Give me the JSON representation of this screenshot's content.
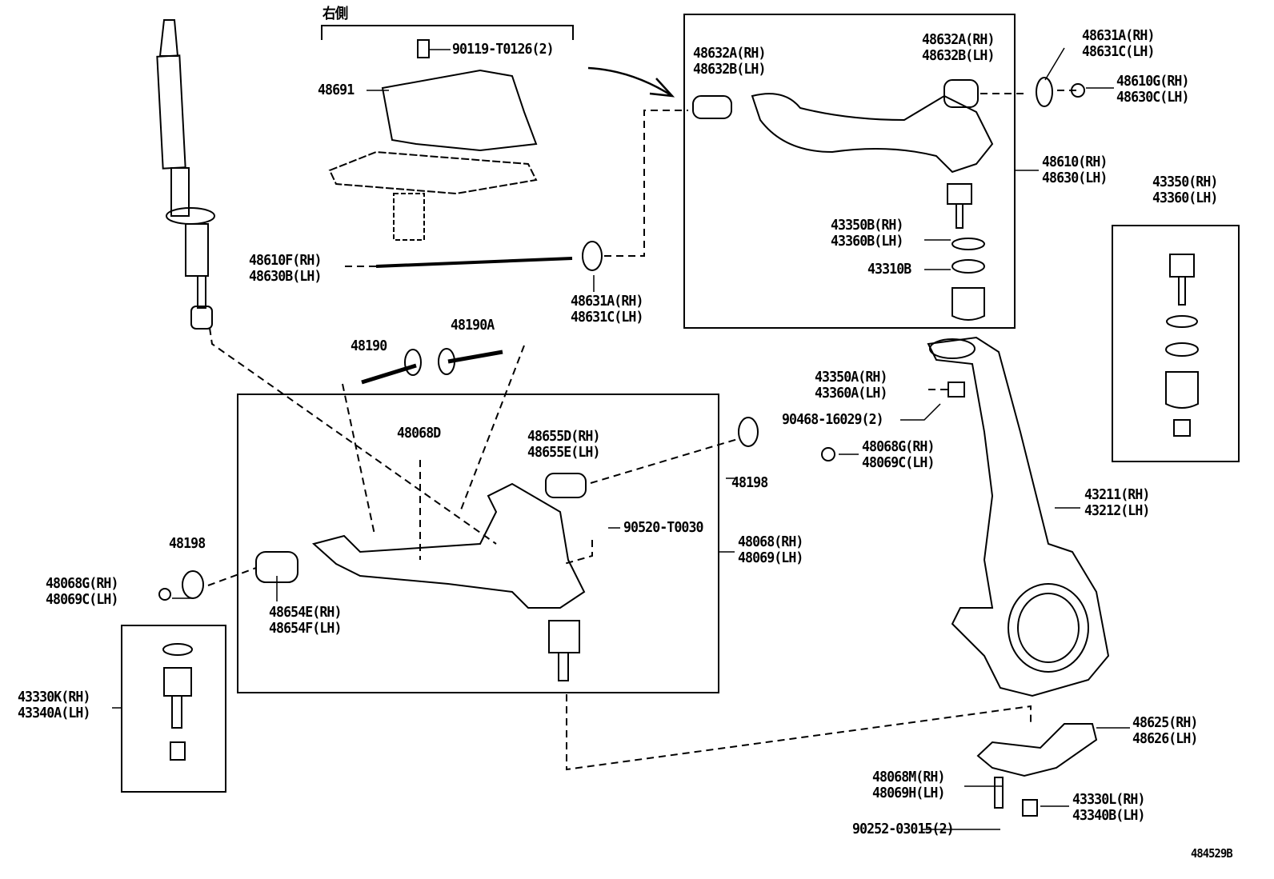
{
  "diagram": {
    "title_note": "右側",
    "drawing_id": "484529B",
    "ink_color": "#000000",
    "background": "#ffffff",
    "labels": [
      "90119-T0126(2)",
      "48691",
      "48632A(RH)\n48632B(LH)",
      "48632A(RH)\n48632B(LH)",
      "48631A(RH)\n48631C(LH)",
      "48610G(RH)\n48630C(LH)",
      "48610(RH)\n48630(LH)",
      "43350(RH)\n43360(LH)",
      "43350B(RH)\n43360B(LH)",
      "43310B",
      "48610F(RH)\n48630B(LH)",
      "48631A(RH)\n48631C(LH)",
      "48190",
      "48190A",
      "43350A(RH)\n43360A(LH)",
      "90468-16029(2)",
      "48068D",
      "48655D(RH)\n48655E(LH)",
      "48068G(RH)\n48069C(LH)",
      "48198",
      "43211(RH)\n43212(LH)",
      "90520-T0030",
      "48068(RH)\n48069(LH)",
      "48198",
      "48068G(RH)\n48069C(LH)",
      "48654E(RH)\n48654F(LH)",
      "43330K(RH)\n43340A(LH)",
      "48625(RH)\n48626(LH)",
      "48068M(RH)\n48069H(LH)",
      "43330L(RH)\n43340B(LH)",
      "90252-03015(2)"
    ]
  }
}
